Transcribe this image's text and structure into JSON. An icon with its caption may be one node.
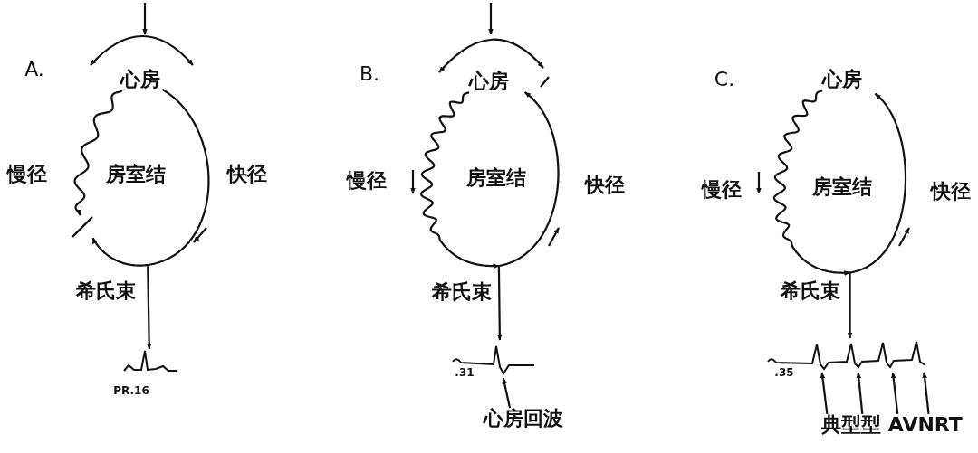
{
  "diagram": {
    "nodes": [
      {
        "text": [
          "心房"
        ]
      },
      {
        "text": [
          "慢径"
        ]
      },
      {
        "text": [
          "房室结"
        ]
      },
      {
        "text": [
          "快径"
        ]
      },
      {
        "text": [
          "希氏束"
        ]
      },
      {
        "text": [],
        "shape": "bar"
      },
      {
        "text": [],
        "shape": "picture"
      },
      {
        "text": [
          "心房"
        ]
      },
      {
        "text": [
          "慢径"
        ]
      },
      {
        "text": [
          "房室结"
        ]
      },
      {
        "text": [
          "快径"
        ]
      },
      {
        "text": [
          "希氏束"
        ]
      },
      {
        "text": [],
        "shape": "picture"
      },
      {
        "text": [
          "心房回波"
        ]
      },
      {
        "text": [
          "心房"
        ]
      },
      {
        "text": [
          "慢径"
        ]
      },
      {
        "text": [
          "房室结"
        ]
      },
      {
        "text": [
          "快径"
        ]
      },
      {
        "text": [
          "希氏束"
        ]
      },
      {
        "text": [],
        "shape": "picture"
      },
      {
        "text": [
          "典型型 AVNRT"
        ]
      }
    ],
    "edges": [
      {
        "from": 13,
        "to": 12,
        "arrow": "to"
      },
      {
        "from": 20,
        "to": 19,
        "arrow": "to"
      },
      {
        "from": 20,
        "to": 19,
        "arrow": "to"
      },
      {
        "from": 20,
        "to": 19,
        "arrow": "to"
      },
      {
        "from": 20,
        "to": 19,
        "arrow": "to"
      },
      {
        "from": 0,
        "to": 5,
        "arrow": "to"
      },
      {
        "from": 0,
        "to": 4,
        "arrow": "none"
      },
      {
        "from": 4,
        "to": 5,
        "arrow": "to"
      },
      {
        "from": 7,
        "to": 11,
        "arrow": "to"
      },
      {
        "from": 11,
        "to": 7,
        "arrow": "to"
      },
      {
        "from": 14,
        "to": 18,
        "arrow": "to"
      },
      {
        "from": 18,
        "to": 14,
        "arrow": "to"
      },
      {
        "from": 4,
        "to": 6,
        "arrow": "to"
      },
      {
        "from": 11,
        "to": 12,
        "arrow": "to"
      },
      {
        "from": 18,
        "to": 19,
        "arrow": "to"
      }
    ],
    "labels": [
      "A.",
      "B.",
      "C.",
      "PR.16",
      ".31",
      ".35"
    ]
  }
}
